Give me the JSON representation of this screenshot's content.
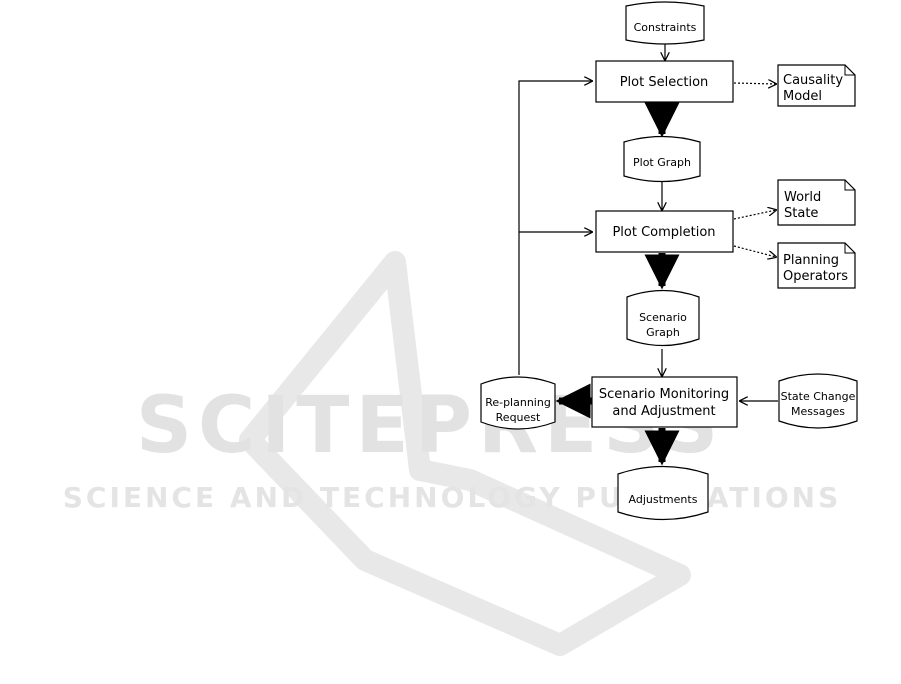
{
  "watermark": {
    "title": "SCITEPRESS",
    "subtitle": "SCIENCE AND TECHNOLOGY PUBLICATIONS"
  },
  "diagram": {
    "constraints": "Constraints",
    "plot_selection": "Plot Selection",
    "causality_model": [
      "Causality",
      "Model"
    ],
    "plot_graph": "Plot Graph",
    "world_state": [
      "World",
      "State"
    ],
    "plot_completion": "Plot Completion",
    "planning_operators": [
      "Planning",
      "Operators"
    ],
    "scenario_graph": [
      "Scenario",
      "Graph"
    ],
    "scenario_monitoring": [
      "Scenario Monitoring",
      "and Adjustment"
    ],
    "replanning_request": [
      "Re-planning",
      "Request"
    ],
    "state_change_messages": [
      "State Change",
      "Messages"
    ],
    "adjustments": "Adjustments"
  }
}
